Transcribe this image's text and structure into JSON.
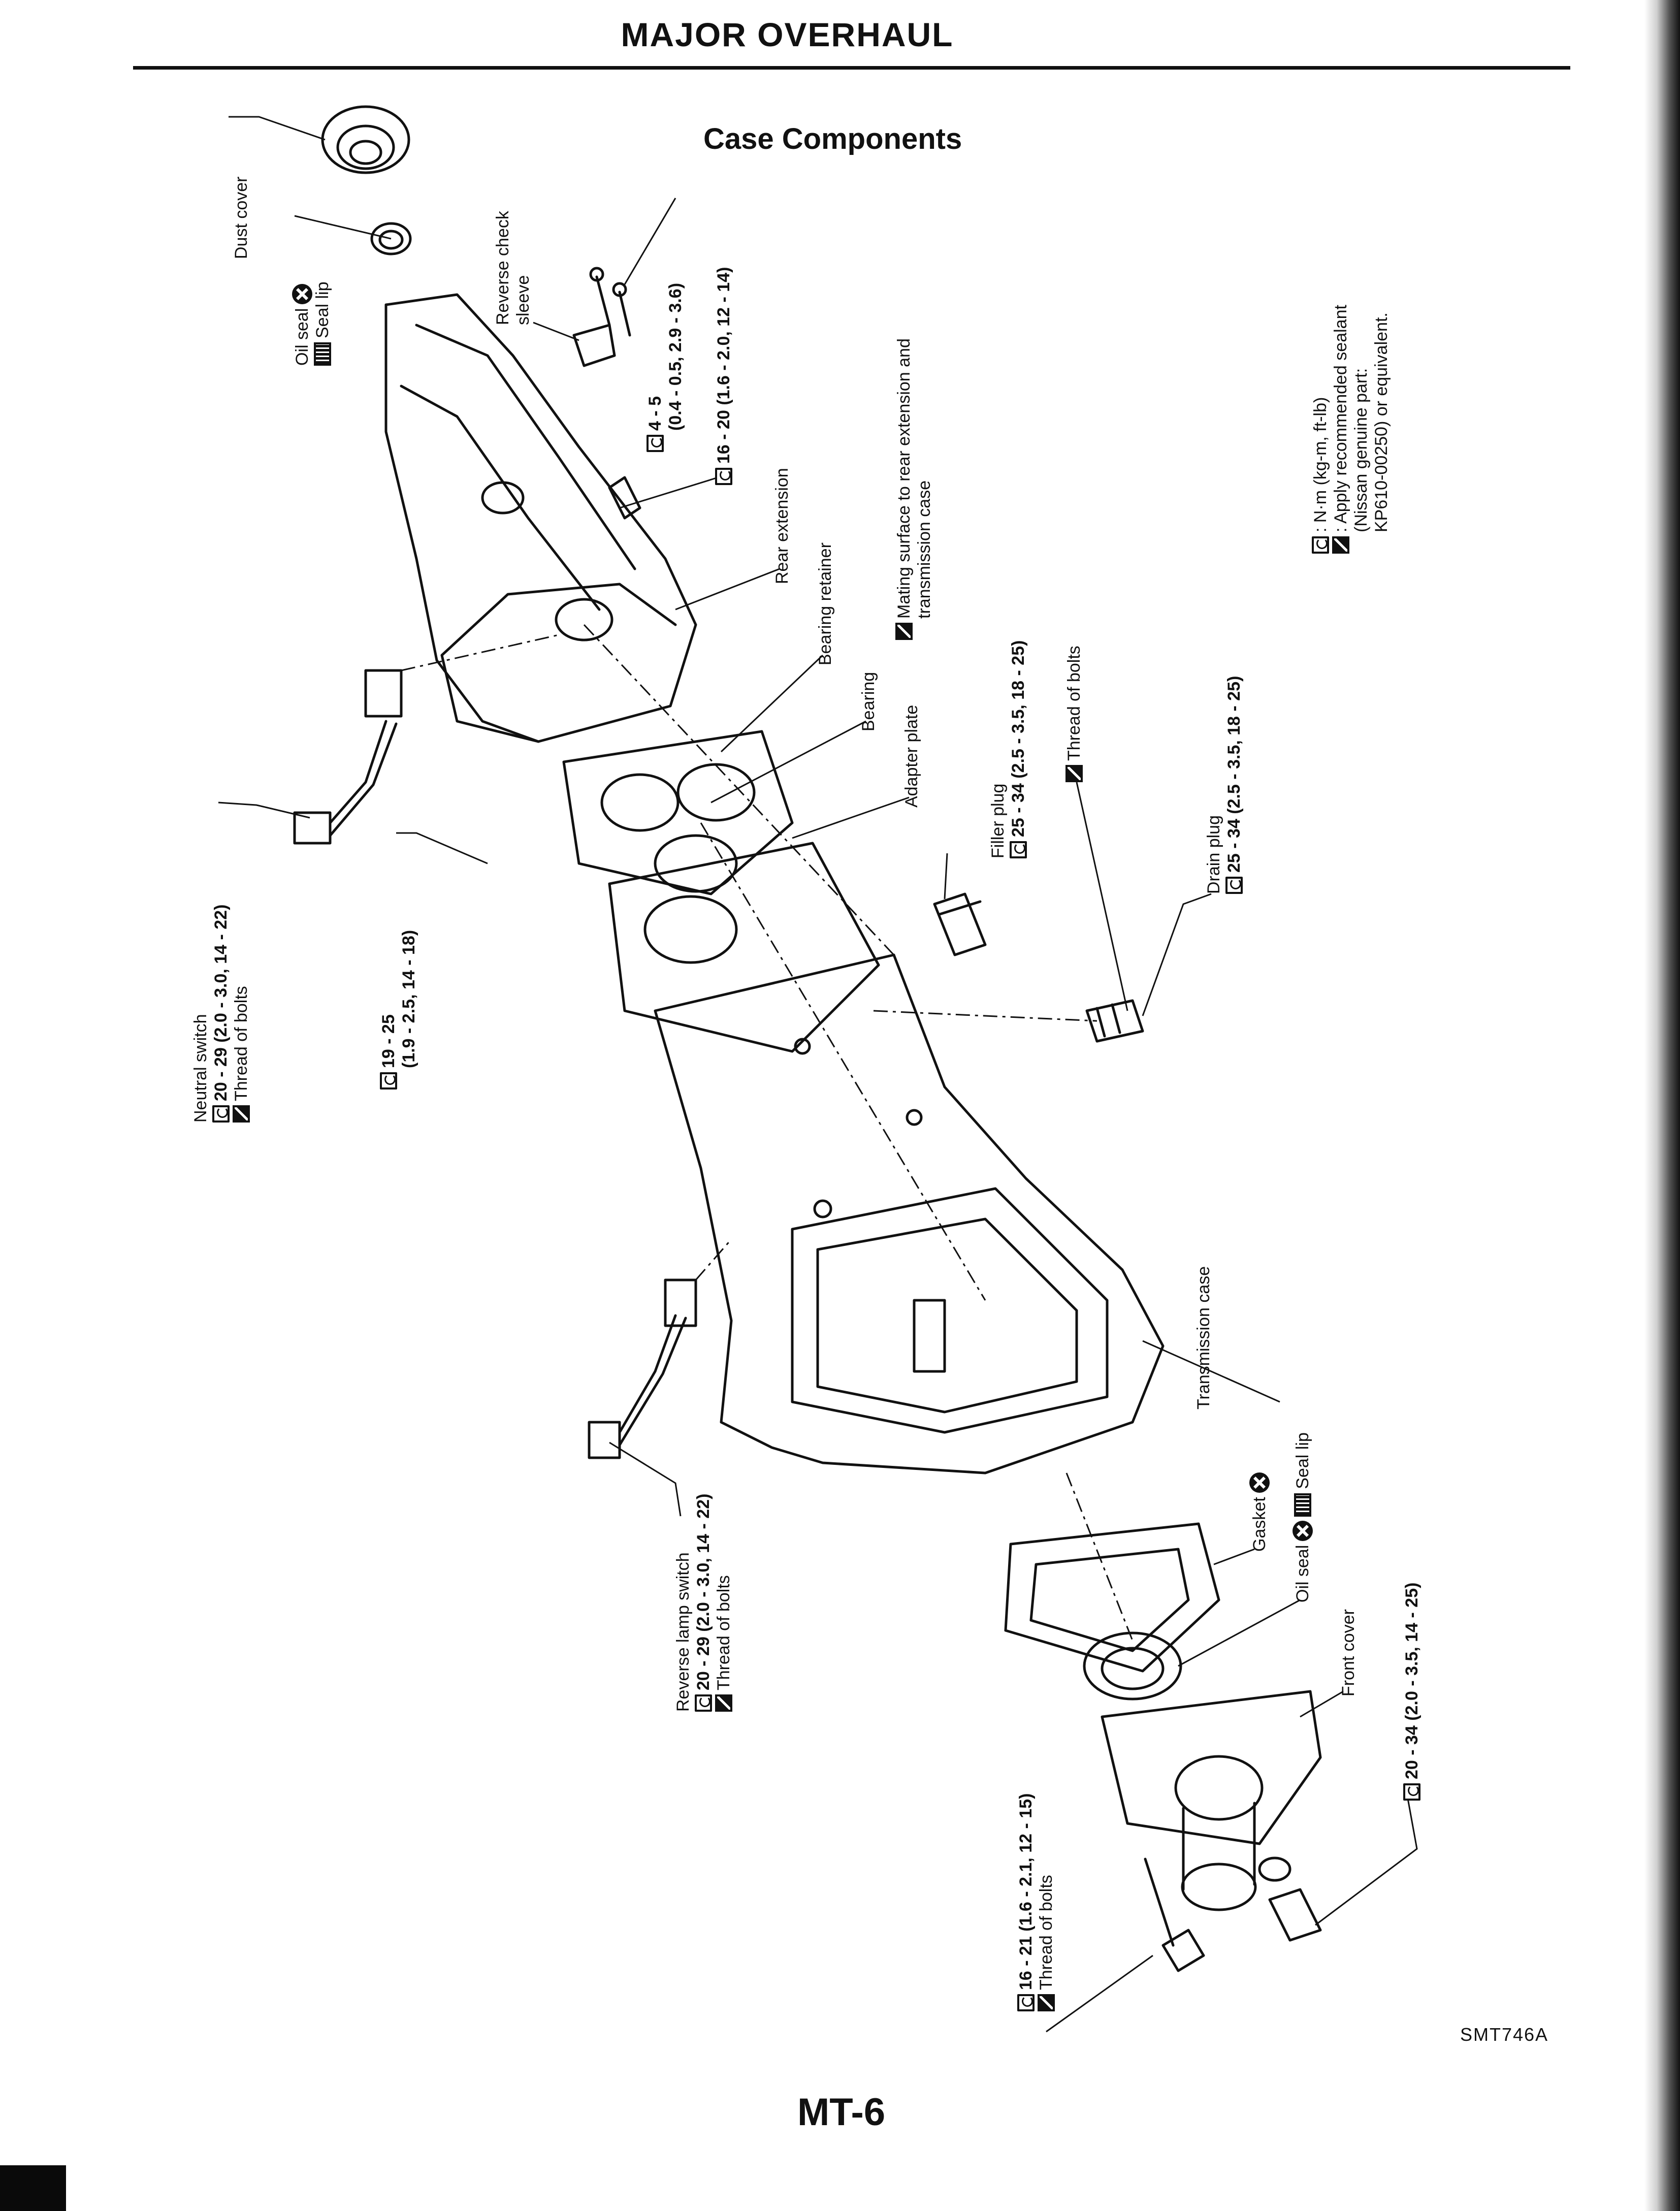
{
  "header": {
    "title": "MAJOR OVERHAUL"
  },
  "diagram": {
    "title": "Case Components",
    "figure_code": "SMT746A",
    "parts": {
      "dust_cover": "Dust cover",
      "oil_seal_rear": "Oil seal",
      "oil_seal_rear_note": "Seal lip",
      "reverse_check_sleeve": "Reverse check sleeve",
      "rev_check_torque_1": "4 - 5",
      "rev_check_torque_1b": "(0.4 - 0.5, 2.9 - 3.6)",
      "rev_check_torque_2": "16 - 20 (1.6 - 2.0, 12 - 14)",
      "rear_extension": "Rear extension",
      "bearing_retainer": "Bearing retainer",
      "mating_surface": "Mating surface to rear extension and",
      "mating_surface_2": "transmission case",
      "bearing": "Bearing",
      "adapter_plate": "Adapter plate",
      "filler_plug": "Filler plug",
      "filler_plug_torque": "25 - 34 (2.5 - 3.5, 18 - 25)",
      "thread_of_bolts": "Thread of bolts",
      "drain_plug": "Drain plug",
      "drain_plug_torque": "25 - 34 (2.5 - 3.5, 18 - 25)",
      "neutral_switch": "Neutral switch",
      "neutral_switch_torque": "20 - 29 (2.0 - 3.0, 14 - 22)",
      "neutral_switch_note": "Thread of bolts",
      "retainer_bolt_torque": "19 - 25",
      "retainer_bolt_torque_b": "(1.9 - 2.5, 14 - 18)",
      "transmission_case": "Transmission case",
      "gasket": "Gasket",
      "oil_seal_front": "Oil seal",
      "oil_seal_front_note": "Seal lip",
      "front_cover": "Front cover",
      "front_cover_torque": "20 - 34 (2.0 - 3.5, 14 - 25)",
      "reverse_lamp_switch": "Reverse lamp switch",
      "reverse_lamp_torque": "20 - 29 (2.0 - 3.0, 14 - 22)",
      "reverse_lamp_note": "Thread of bolts",
      "front_bolt_torque": "16 - 21 (1.6 - 2.1, 12 - 15)",
      "front_bolt_note": "Thread of bolts"
    },
    "legend": {
      "torque_units": ": N·m (kg-m, ft-lb)",
      "sealant_1": ": Apply recommended sealant",
      "sealant_2": "(Nissan genuine part:",
      "sealant_3": "KP610-00250) or equivalent."
    }
  },
  "footer": {
    "page_number": "MT-6"
  }
}
